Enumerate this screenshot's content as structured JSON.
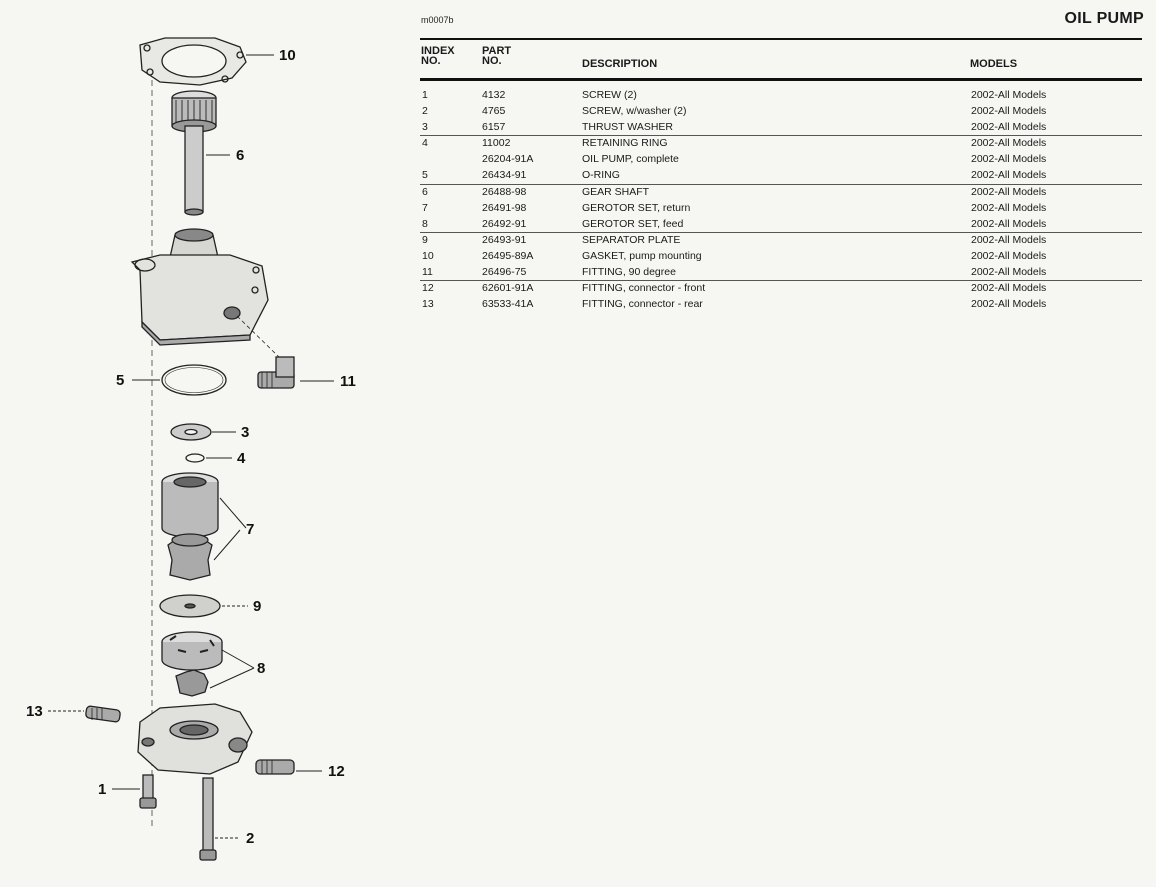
{
  "header": {
    "doc_code": "m0007b",
    "title": "OIL PUMP"
  },
  "columns": {
    "index": "INDEX\nNO.",
    "part": "PART\nNO.",
    "description": "DESCRIPTION",
    "models": "MODELS"
  },
  "parts": [
    {
      "index": "1",
      "part": "4132",
      "description": "SCREW (2)",
      "models": "2002-All Models",
      "sep": false
    },
    {
      "index": "2",
      "part": "4765",
      "description": "SCREW, w/washer (2)",
      "models": "2002-All Models",
      "sep": false
    },
    {
      "index": "3",
      "part": "6157",
      "description": "THRUST WASHER",
      "models": "2002-All Models",
      "sep": false
    },
    {
      "index": "4",
      "part": "11002",
      "description": "RETAINING RING",
      "models": "2002-All Models",
      "sep": true
    },
    {
      "index": "",
      "part": "26204-91A",
      "description": "OIL PUMP, complete",
      "models": "2002-All Models",
      "sep": false
    },
    {
      "index": "5",
      "part": "26434-91",
      "description": "O-RING",
      "models": "2002-All Models",
      "sep": false
    },
    {
      "index": "6",
      "part": "26488-98",
      "description": "GEAR SHAFT",
      "models": "2002-All Models",
      "sep": true
    },
    {
      "index": "7",
      "part": "26491-98",
      "description": "GEROTOR SET, return",
      "models": "2002-All Models",
      "sep": false
    },
    {
      "index": "8",
      "part": "26492-91",
      "description": "GEROTOR SET, feed",
      "models": "2002-All Models",
      "sep": false
    },
    {
      "index": "9",
      "part": "26493-91",
      "description": "SEPARATOR PLATE",
      "models": "2002-All Models",
      "sep": true
    },
    {
      "index": "10",
      "part": "26495-89A",
      "description": "GASKET, pump mounting",
      "models": "2002-All Models",
      "sep": false
    },
    {
      "index": "11",
      "part": "26496-75",
      "description": "FITTING, 90 degree",
      "models": "2002-All Models",
      "sep": false
    },
    {
      "index": "12",
      "part": "62601-91A",
      "description": "FITTING, connector - front",
      "models": "2002-All Models",
      "sep": true
    },
    {
      "index": "13",
      "part": "63533-41A",
      "description": "FITTING, connector - rear",
      "models": "2002-All Models",
      "sep": false
    }
  ],
  "diagram": {
    "callouts": [
      "10",
      "6",
      "5",
      "11",
      "3",
      "4",
      "7",
      "9",
      "8",
      "13",
      "12",
      "1",
      "2"
    ]
  }
}
